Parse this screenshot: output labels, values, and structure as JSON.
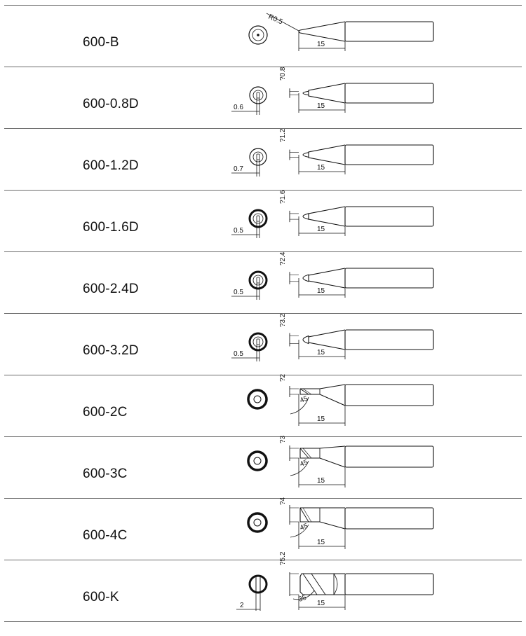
{
  "tips": [
    {
      "id": "600-b",
      "label": "600-B",
      "kind": "conical",
      "top_label": "R0.5",
      "end_view": "dot",
      "end_dim": "",
      "length": "15"
    },
    {
      "id": "600-0.8d",
      "label": "600-0.8D",
      "kind": "chisel",
      "top_label": "?0.8",
      "end_view": "slot-thin",
      "end_dim": "0.6",
      "length": "15"
    },
    {
      "id": "600-1.2d",
      "label": "600-1.2D",
      "kind": "chisel",
      "top_label": "?1.2",
      "end_view": "slot-thin",
      "end_dim": "0.7",
      "length": "15"
    },
    {
      "id": "600-1.6d",
      "label": "600-1.6D",
      "kind": "chisel",
      "top_label": "?1.6",
      "end_view": "slot-bold",
      "end_dim": "0.5",
      "length": "15"
    },
    {
      "id": "600-2.4d",
      "label": "600-2.4D",
      "kind": "chisel",
      "top_label": "?2.4",
      "end_view": "slot-bold",
      "end_dim": "0.5",
      "length": "15"
    },
    {
      "id": "600-3.2d",
      "label": "600-3.2D",
      "kind": "chisel",
      "top_label": "?3.2",
      "end_view": "slot-bold",
      "end_dim": "0.5",
      "length": "15"
    },
    {
      "id": "600-2c",
      "label": "600-2C",
      "kind": "bevel",
      "top_label": "?2",
      "end_view": "ring",
      "end_dim": "",
      "length": "15",
      "angle": "45"
    },
    {
      "id": "600-3c",
      "label": "600-3C",
      "kind": "bevel",
      "top_label": "?3",
      "end_view": "ring",
      "end_dim": "",
      "length": "15",
      "angle": "45"
    },
    {
      "id": "600-4c",
      "label": "600-4C",
      "kind": "bevel",
      "top_label": "?4",
      "end_view": "ring",
      "end_dim": "",
      "length": "15",
      "angle": "45"
    },
    {
      "id": "600-k",
      "label": "600-K",
      "kind": "knife",
      "top_label": "?5.2",
      "end_view": "knife",
      "end_dim": "2",
      "length": "15",
      "angle": "35"
    }
  ]
}
